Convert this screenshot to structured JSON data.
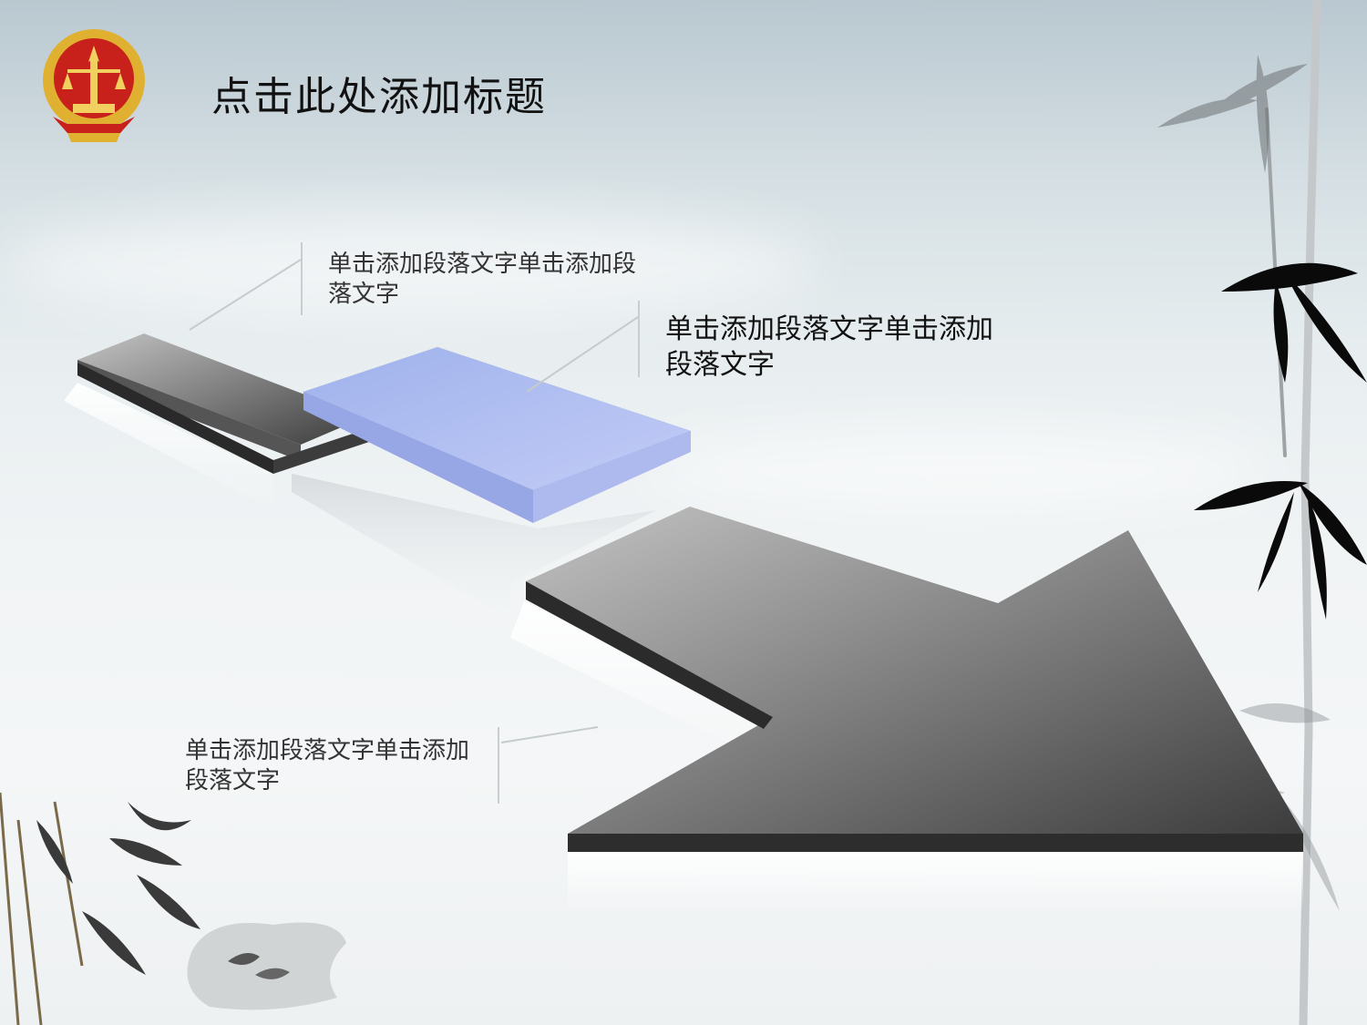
{
  "slide": {
    "title": "点击此处添加标题",
    "paragraphs": [
      {
        "id": "p1",
        "text": "单击添加段落文字单击添加段落文字"
      },
      {
        "id": "p2",
        "text": "单击添加段落文字单击添加段落文字"
      },
      {
        "id": "p3",
        "text": "单击添加段落文字单击添加段落文字"
      }
    ]
  },
  "icons": {
    "emblem": "court-emblem-icon",
    "bamboo_right": "bamboo-icon",
    "bamboo_left": "bamboo-icon",
    "pond": "ink-pond-icon"
  },
  "colors": {
    "block_dark": "#4a4a4a",
    "block_highlight": "#a4b8f0",
    "emblem_red": "#c8201a",
    "emblem_gold": "#e0b030"
  }
}
